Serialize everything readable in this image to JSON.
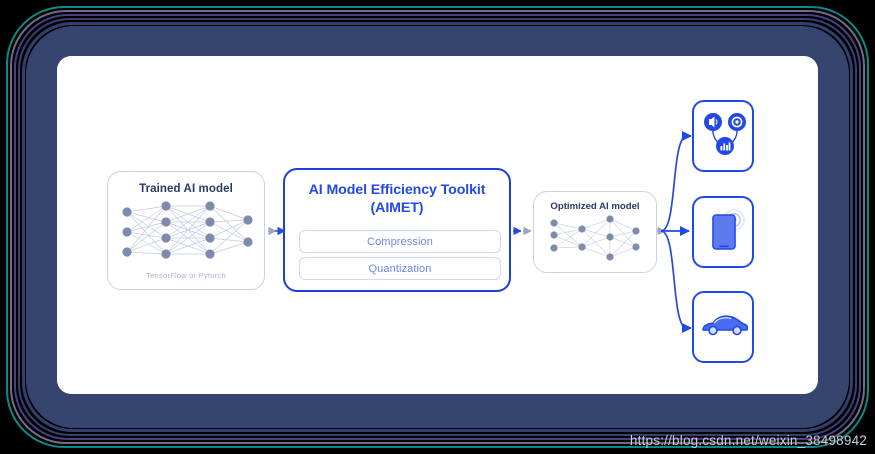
{
  "figure": {
    "trained_model": {
      "title": "Trained AI model",
      "footnote": "TensorFlow or Pytorch",
      "network": {
        "type": "dense",
        "layer_sizes": [
          3,
          4,
          4,
          2
        ],
        "node_color": "#7e8cab",
        "edge_color": "#c3cbdd"
      }
    },
    "toolkit": {
      "title_line1": "AI Model Efficiency Toolkit",
      "title_line2": "(AIMET)",
      "features": [
        {
          "label": "Compression"
        },
        {
          "label": "Quantization"
        }
      ],
      "accent": "#2348e8"
    },
    "optimized_model": {
      "title": "Optimized AI model",
      "network": {
        "type": "sparse",
        "layer_sizes": [
          3,
          2,
          3,
          2
        ],
        "node_color": "#7e8cab",
        "edge_color": "#ccd3e2"
      }
    },
    "targets": [
      {
        "name": "iot-devices",
        "icon": "iot-devices-icon",
        "badges": [
          "speaker-icon",
          "camera-icon",
          "chart-icon"
        ]
      },
      {
        "name": "smartphone",
        "icon": "smartphone-icon",
        "badges": [
          "signal-waves-icon"
        ]
      },
      {
        "name": "automobile",
        "icon": "car-icon",
        "badges": []
      }
    ],
    "arrows": {
      "color_blue": "#2348e8",
      "color_gray": "#9aa5bd"
    }
  },
  "frame": {
    "ring_colors": [
      "#0c8a8a",
      "#6e6e86",
      "#4b3f86",
      "#3a3f74",
      "#33406e"
    ],
    "plate_color": "#364470",
    "card_color": "#ffffff"
  },
  "watermark": {
    "text": "https://blog.csdn.net/weixin_38498942"
  }
}
